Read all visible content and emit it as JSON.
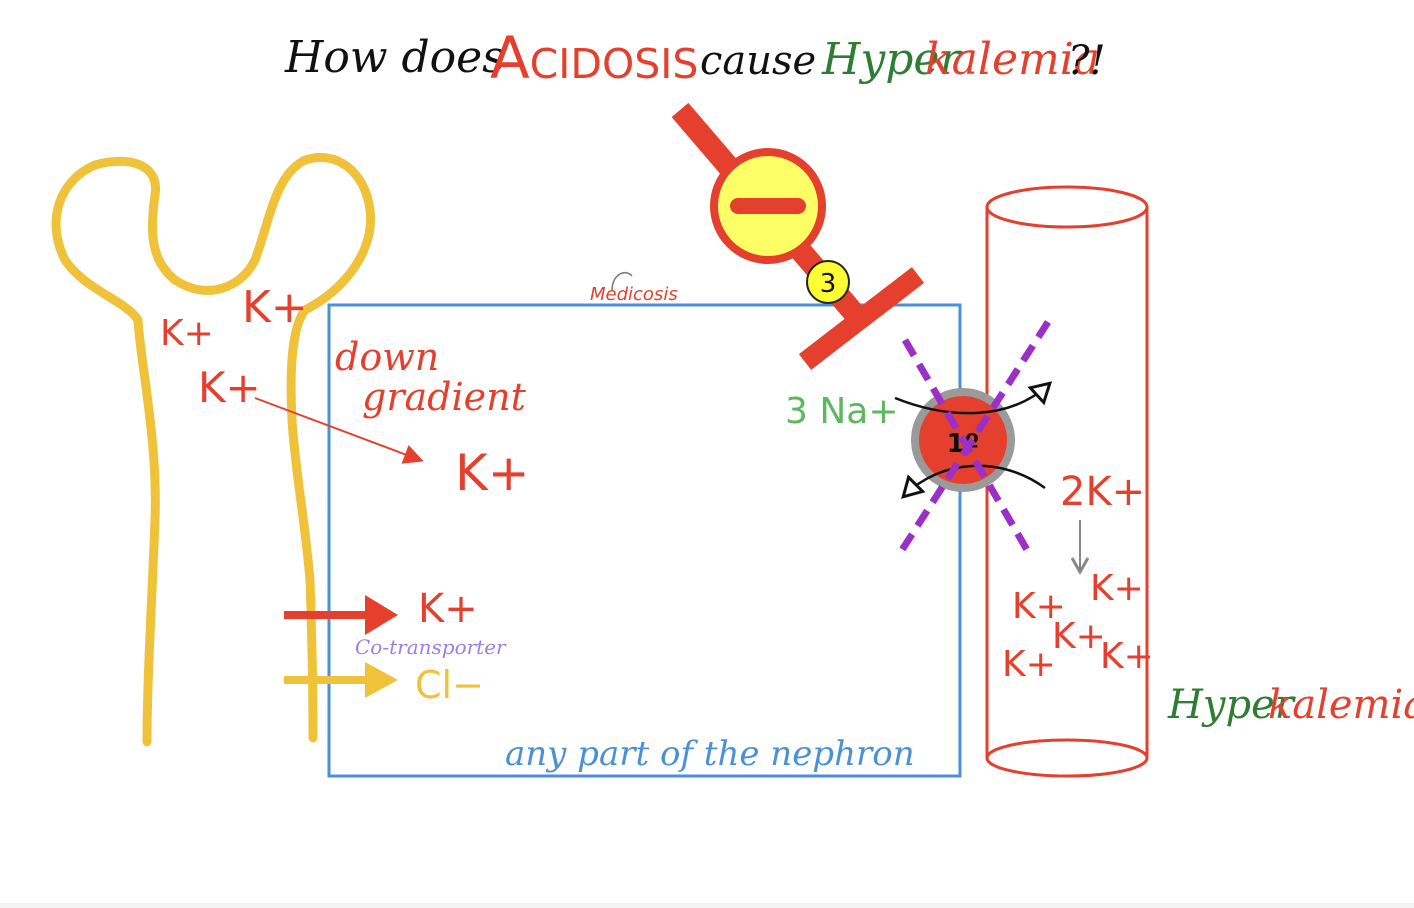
{
  "title": {
    "part1": "How does",
    "acidosis": "Acidosis",
    "part2": "cause",
    "hyper": "Hyper",
    "kalemia": "kalemia",
    "end": "?!"
  },
  "watermark": "Medicosis",
  "tubule_labels": {
    "k1": "K+",
    "k2": "K+",
    "k3": "K+"
  },
  "cell": {
    "down": "down",
    "gradient": "gradient",
    "k_inside": "K+",
    "cotransporter": "Co-transporter",
    "k_co": "K+",
    "cl_co": "Cl−",
    "caption": "any part of the nephron"
  },
  "pump": {
    "badge_number": "3",
    "na": "3 Na+",
    "label": "1º",
    "k_in": "2K+"
  },
  "vessel": {
    "k_labels": [
      "K+",
      "K+",
      "K+",
      "K+",
      "K+"
    ],
    "hyper": "Hyper",
    "kalemia": "kalemia"
  },
  "colors": {
    "red": "#e5402e",
    "green": "#2e7d32",
    "yellow": "#f0c23a",
    "blue": "#4a90d9",
    "purple": "#9b30c9",
    "na_green": "#5cb85c",
    "cotrans_purple": "#9a7fe8",
    "black": "#111111"
  }
}
